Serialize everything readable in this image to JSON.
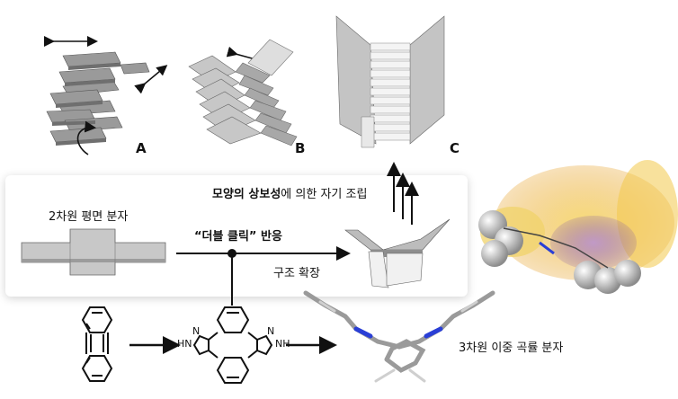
{
  "panel_letters": [
    "A",
    "B",
    "C"
  ],
  "texts": {
    "self_assembly_bold": "모양의 상보성",
    "self_assembly_rest": "에 의한 자기 조립",
    "planar_2d": "2차원 평면 분자",
    "double_click": "“더블 클릭” 반응",
    "structure_expansion": "구조 확장",
    "curved_3d": "3차원 이중 곡률 분자",
    "nh_left": "HN",
    "n_left": "N",
    "nh_right": "NH",
    "n_right": "N"
  },
  "colors": {
    "plate_dark": "#8a8a8a",
    "plate_mid": "#b8b8b8",
    "plate_light": "#dcdcdc",
    "nitrogen_blue": "#2a3fd6",
    "orbital_yellow": "#f2c84a",
    "orbital_purple": "#9b6fc2"
  }
}
